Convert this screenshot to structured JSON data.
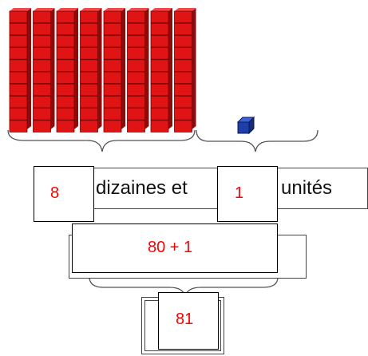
{
  "blocks": {
    "tens_rod_count": 8,
    "units_cube_count": 1,
    "rod_color": "#e01414",
    "cube_color": "#1e3fa8"
  },
  "labels": {
    "tens_digit": "8",
    "units_digit": "1",
    "tens_word": "dizaines et",
    "units_word": "unités",
    "expanded_form": "80 + 1",
    "result": "81"
  },
  "colors": {
    "answer_text": "#ff0000",
    "print_text": "#111111",
    "outline": "#000000"
  }
}
